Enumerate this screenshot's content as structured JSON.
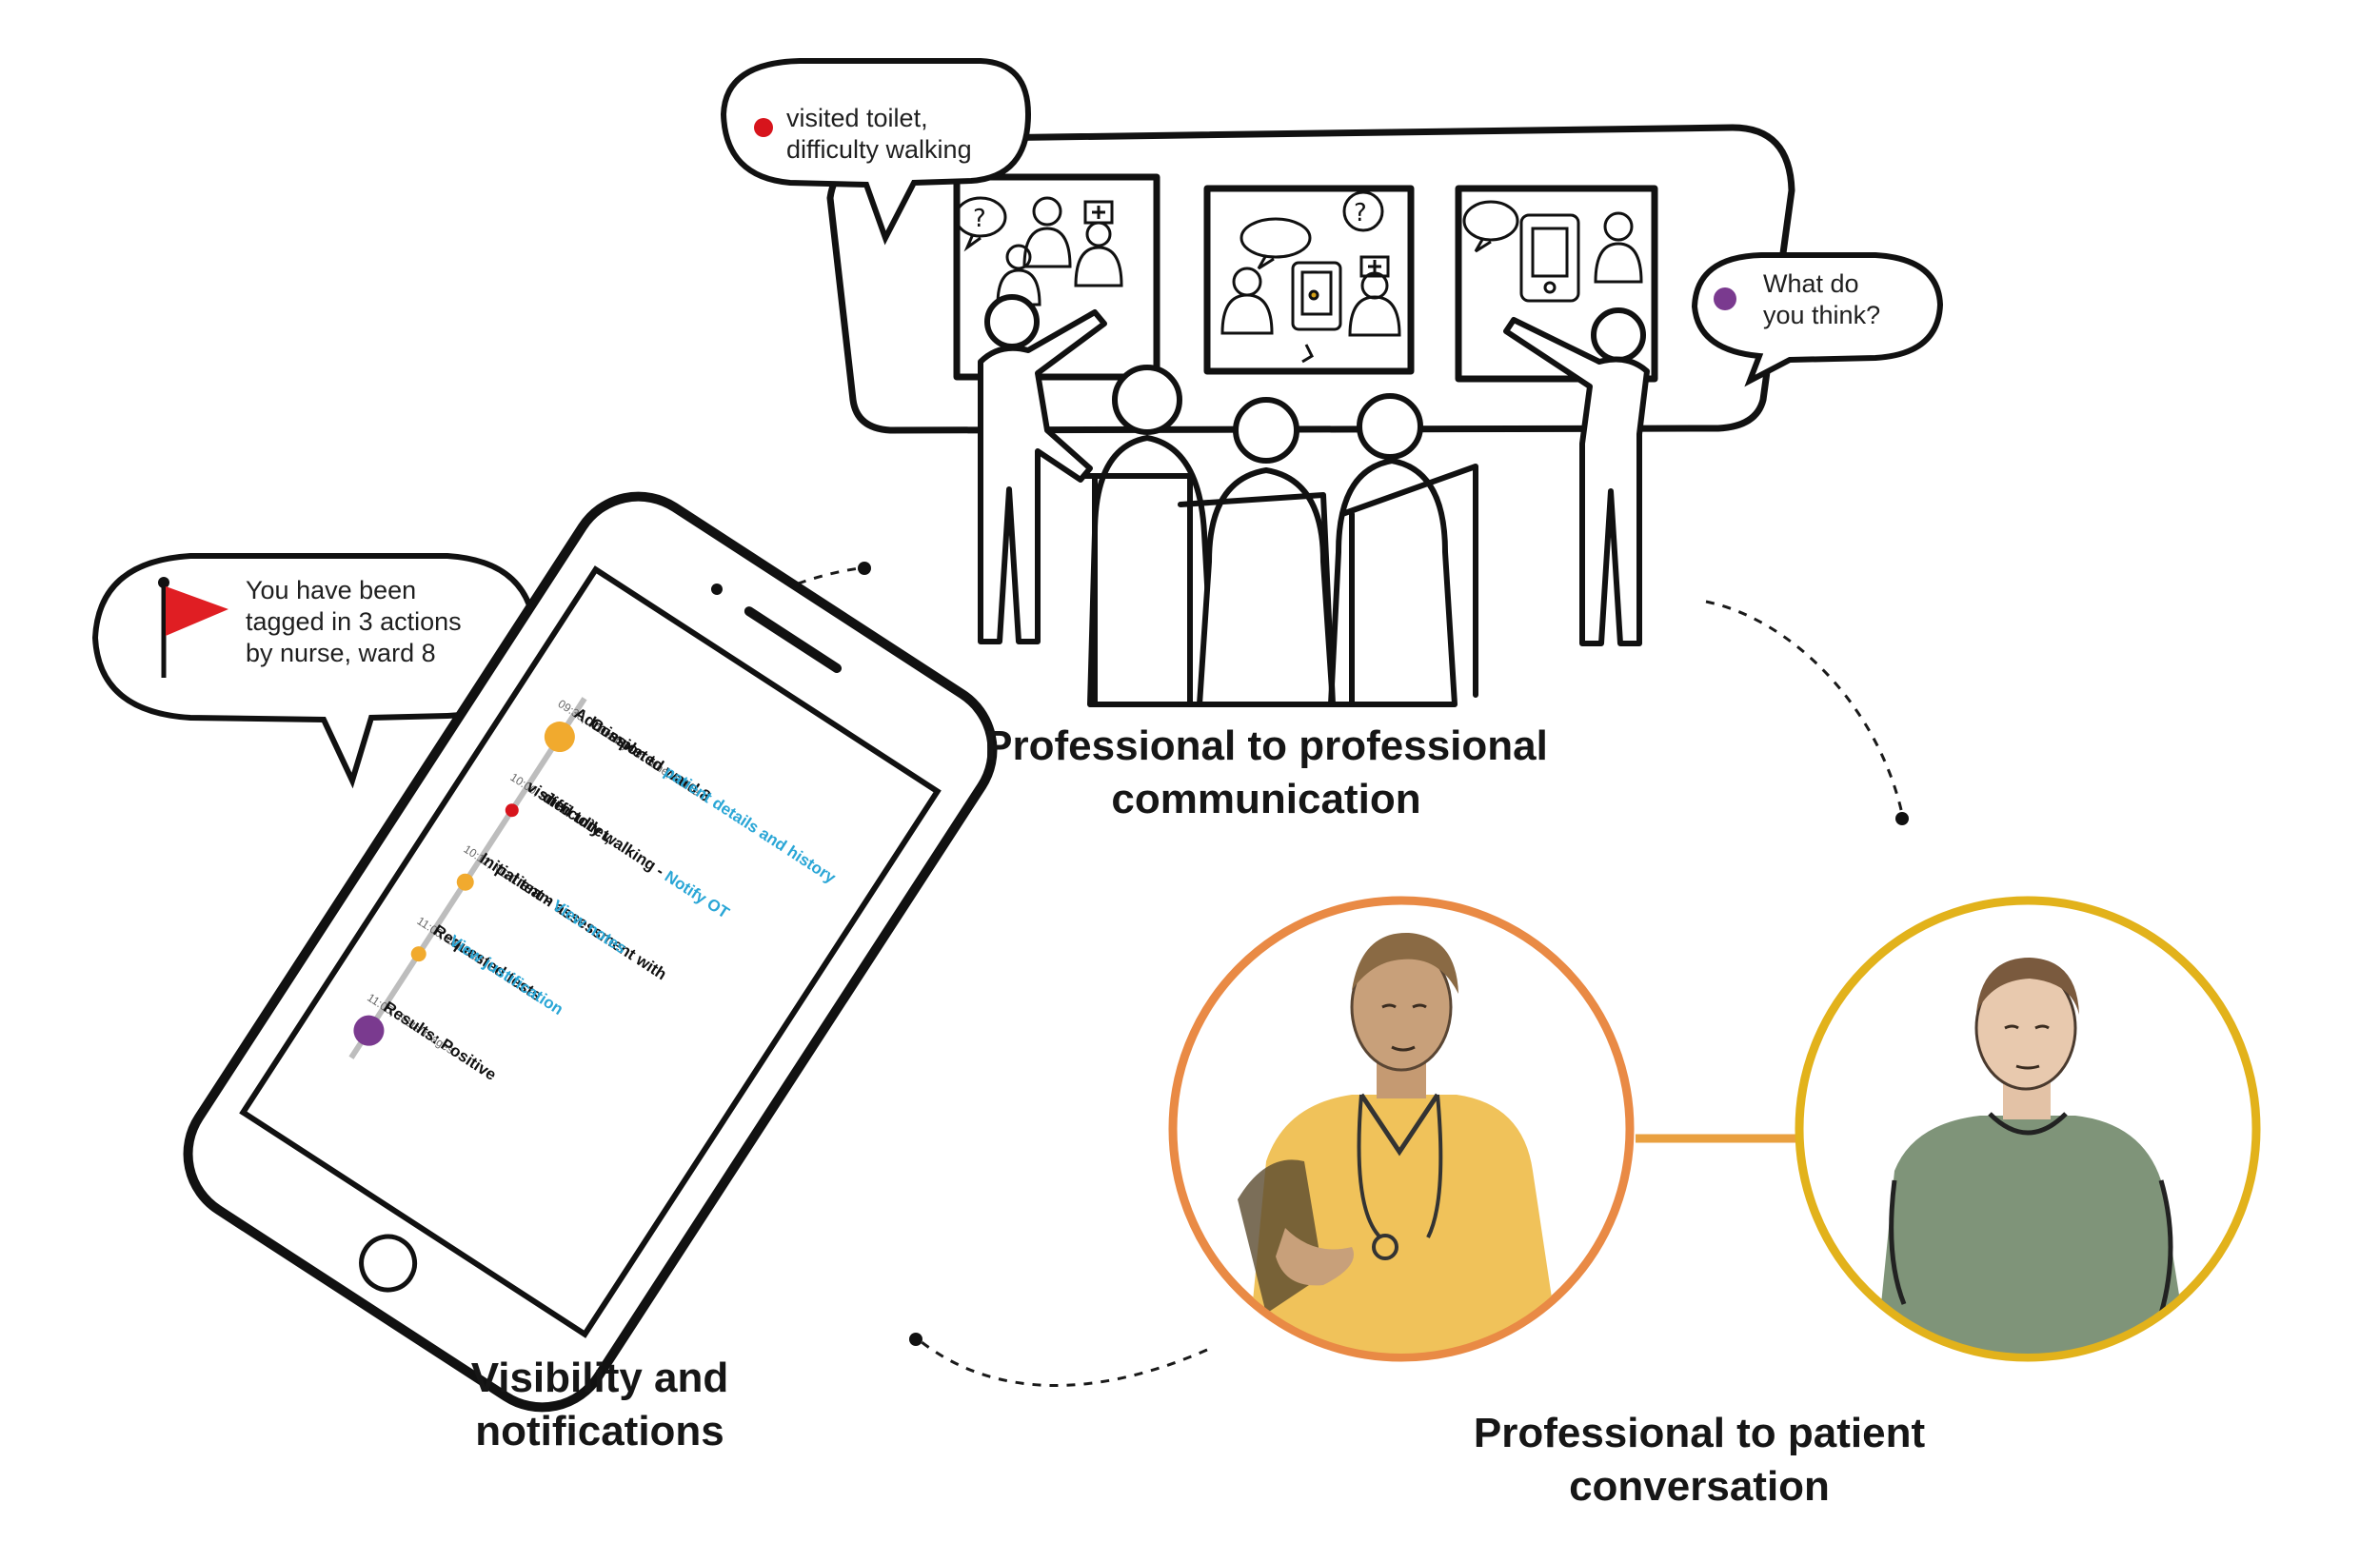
{
  "captions": {
    "p2p": [
      "Professional to professional",
      "communication"
    ],
    "patient": [
      "Professional to patient",
      "conversation"
    ],
    "visibility": [
      "Visibility and",
      "notifications"
    ]
  },
  "bubbles": {
    "toilet": {
      "lines": [
        "visited toilet,",
        "difficulty walking"
      ],
      "dot_color": "#d7141c"
    },
    "think": {
      "lines": [
        "What do",
        "you think?"
      ],
      "dot_color": "#7a3a8f"
    },
    "tagged": {
      "lines": [
        "You have been",
        "tagged in 3 actions",
        "by nurse, ward 8"
      ],
      "flag_color": "#e01e23"
    }
  },
  "phone_timeline": [
    {
      "meta": "11:05, Tests/images",
      "title": "Results: Positive",
      "title2": "",
      "link": "",
      "dot_color": "#7a3a8f"
    },
    {
      "meta": "11:00, Clinician",
      "title": "Requested tests",
      "title2": "",
      "link": "View justification",
      "dot_color": "#f1aa2e"
    },
    {
      "meta": "10:12, MDT",
      "title": "Initial team assessment with",
      "title2": "patient -",
      "link": "View notes",
      "dot_color": "#f1aa2e"
    },
    {
      "meta": "10:00, Nurse",
      "title": "visited toilet,",
      "title2": "difficulty walking -",
      "link": "Notify OT",
      "dot_color": "#d7141c"
    },
    {
      "meta": "09:30, Thursday 9th June, Nurse",
      "title": "Admission to ward 8",
      "title2": "Completed",
      "link": "patient details and history",
      "dot_color": "#f1aa2e"
    }
  ],
  "colors": {
    "link": "#2aa6d6",
    "ring_orange": "#e98a45",
    "ring_yellow": "#e2b21b",
    "ink": "#111111"
  },
  "icons": [
    "speech-bubble-icon",
    "question-icon",
    "nurse-icon",
    "tablet-icon",
    "flag-icon"
  ]
}
